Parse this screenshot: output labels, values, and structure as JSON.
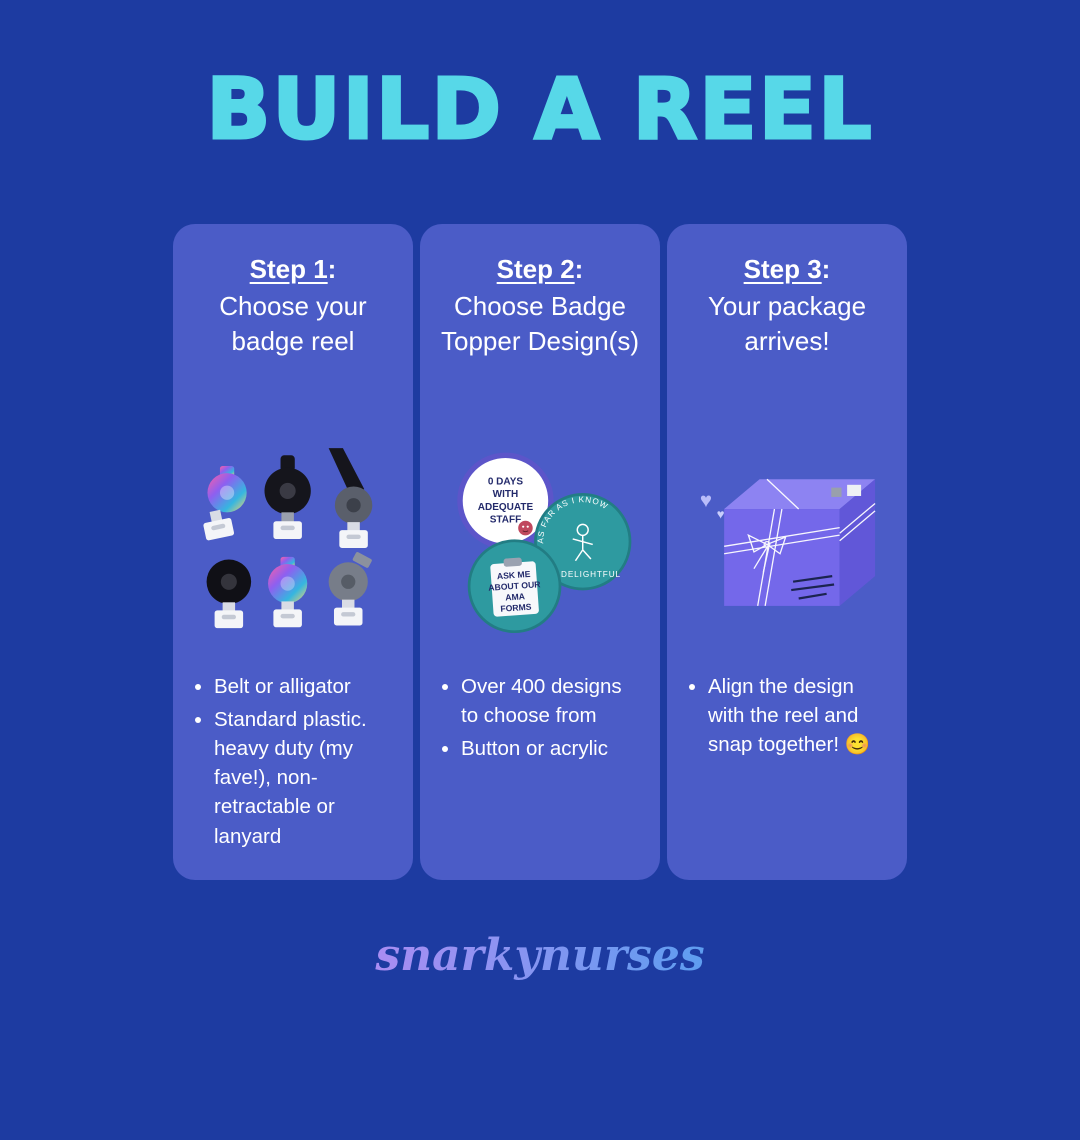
{
  "page": {
    "title": "BUILD A REEL",
    "brand": "snarkynurses",
    "colors": {
      "background": "#1d3ba1",
      "card": "#4b5cc7",
      "title": "#57d8e8",
      "text": "#ffffff",
      "brand_gradient": [
        "#f07ad2",
        "#a98df2",
        "#579ff0",
        "#47c9ea"
      ]
    }
  },
  "steps": [
    {
      "label": "Step 1",
      "colon": ":",
      "subtitle": "Choose your badge reel",
      "bullets": [
        "Belt or alligator",
        "Standard plastic. heavy duty (my fave!), non-retractable or lanyard"
      ]
    },
    {
      "label": "Step 2",
      "colon": ":",
      "subtitle": "Choose Badge Topper Design(s)",
      "bullets": [
        "Over 400 designs to choose from",
        "Button or acrylic"
      ]
    },
    {
      "label": "Step 3",
      "colon": ":",
      "subtitle": "Your package arrives!",
      "bullets": [
        "Align the design with the reel and snap together! 😊"
      ]
    }
  ],
  "badge_toppers": {
    "staff": {
      "line1": "0 DAYS",
      "line2": "WITH",
      "line3": "ADEQUATE",
      "line4": "STAFF"
    },
    "delightful": {
      "arc": "AS FAR AS I KNOW",
      "bottom": "I'M DELIGHTFUL"
    },
    "ama": {
      "line1": "ASK ME",
      "line2": "ABOUT OUR",
      "line3": "AMA",
      "line4": "FORMS"
    }
  }
}
